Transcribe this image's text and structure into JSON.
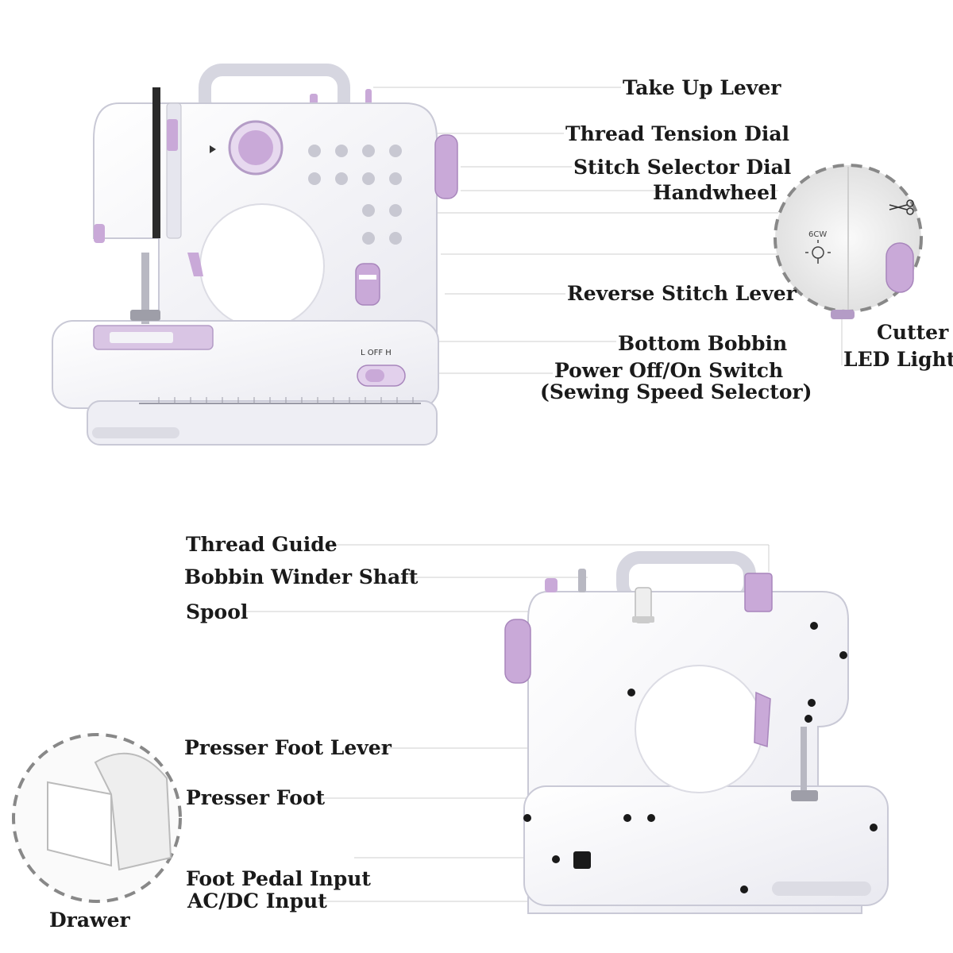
{
  "front_view": {
    "labels": {
      "take_up_lever": "Take Up Lever",
      "thread_tension_dial": "Thread Tension Dial",
      "stitch_selector_dial": "Stitch Selector Dial",
      "handwheel": "Handwheel",
      "reverse_stitch_lever": "Reverse Stitch Lever",
      "bottom_bobbin": "Bottom Bobbin",
      "power_switch": "Power Off/On Switch",
      "speed_selector": "(Sewing Speed Selector)"
    },
    "switch_marking": "L  OFF  H"
  },
  "detail_inset": {
    "labels": {
      "cutter": "Cutter",
      "led_light": "LED Light"
    },
    "led_marking": "6CW"
  },
  "back_view": {
    "labels": {
      "thread_guide": "Thread Guide",
      "bobbin_winder_shaft": "Bobbin Winder Shaft",
      "spool": "Spool",
      "presser_foot_lever": "Presser Foot Lever",
      "presser_foot": "Presser Foot",
      "foot_pedal_input": "Foot Pedal Input",
      "ac_dc_input": "AC/DC Input"
    }
  },
  "drawer_inset": {
    "label": "Drawer"
  },
  "colors": {
    "body": "#f6f6fa",
    "outline": "#c9c9d6",
    "accent": "#c9a9d8",
    "accent_dark": "#a886bc",
    "leader": "#c8c8c8",
    "dot": "#1a1a1a"
  }
}
